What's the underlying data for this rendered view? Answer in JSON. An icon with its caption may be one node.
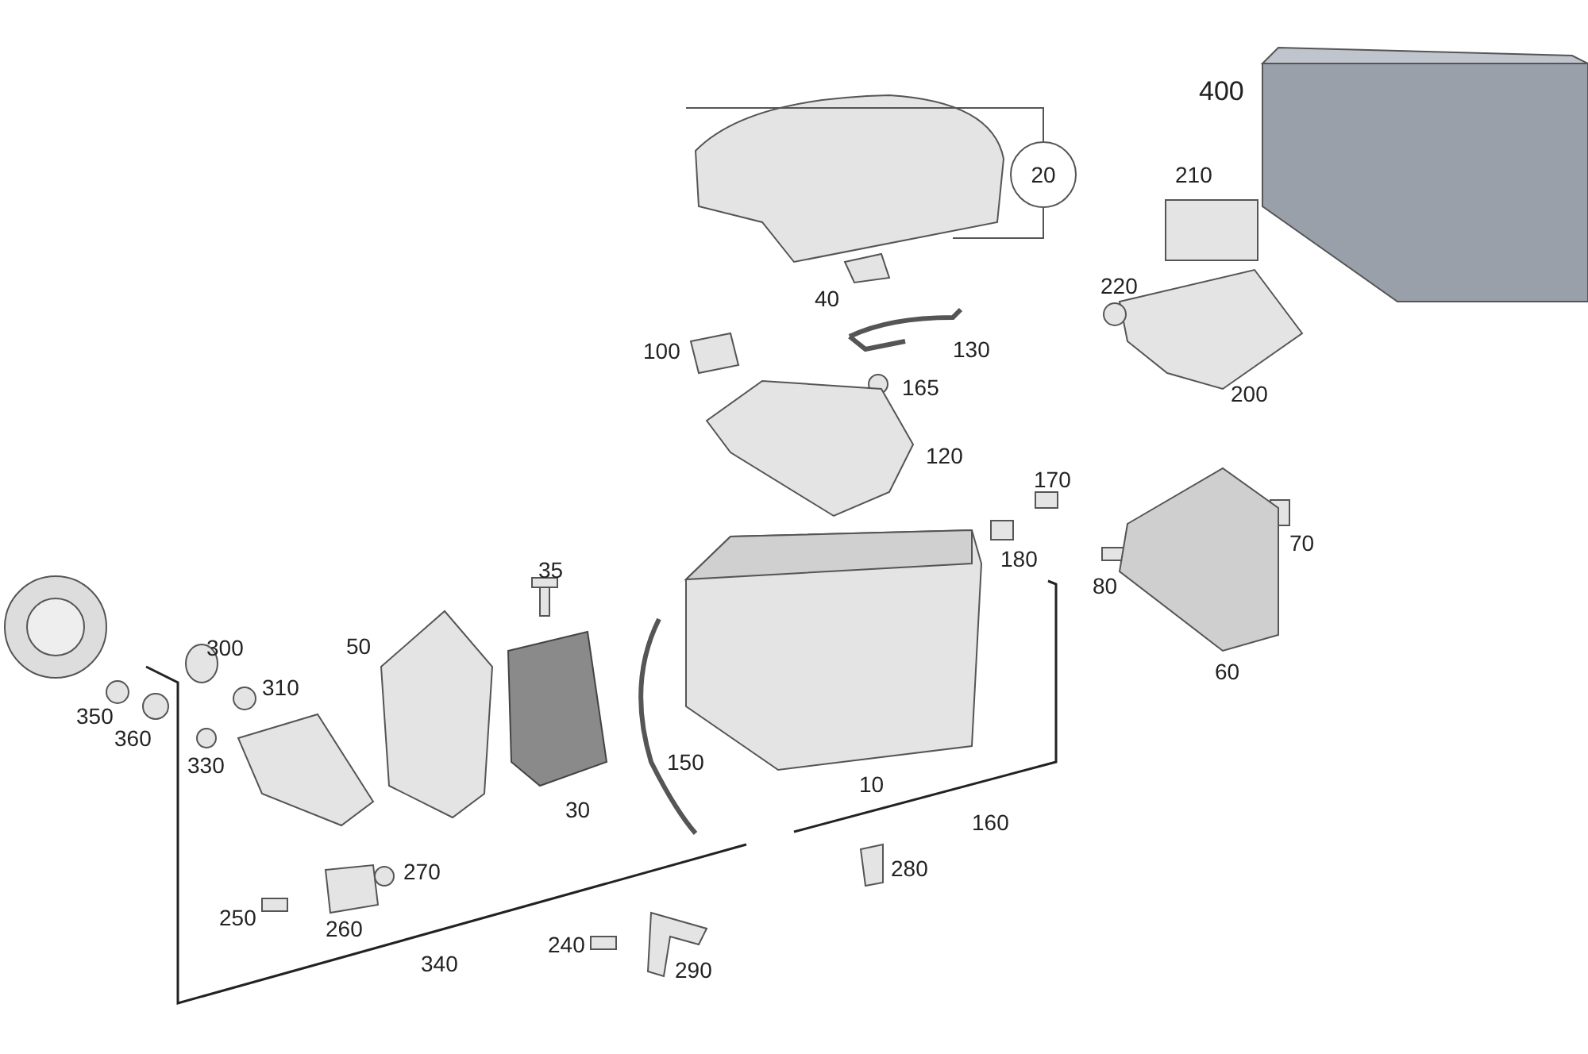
{
  "diagram": {
    "nodes": [
      {
        "text": [
          "20"
        ]
      }
    ],
    "labels": [
      "400",
      "210",
      "220",
      "40",
      "100",
      "130",
      "165",
      "200",
      "120",
      "170",
      "35",
      "180",
      "70",
      "80",
      "300",
      "310",
      "50",
      "350",
      "360",
      "330",
      "150",
      "10",
      "60",
      "30",
      "160",
      "270",
      "280",
      "250",
      "260",
      "340",
      "240",
      "290"
    ]
  }
}
